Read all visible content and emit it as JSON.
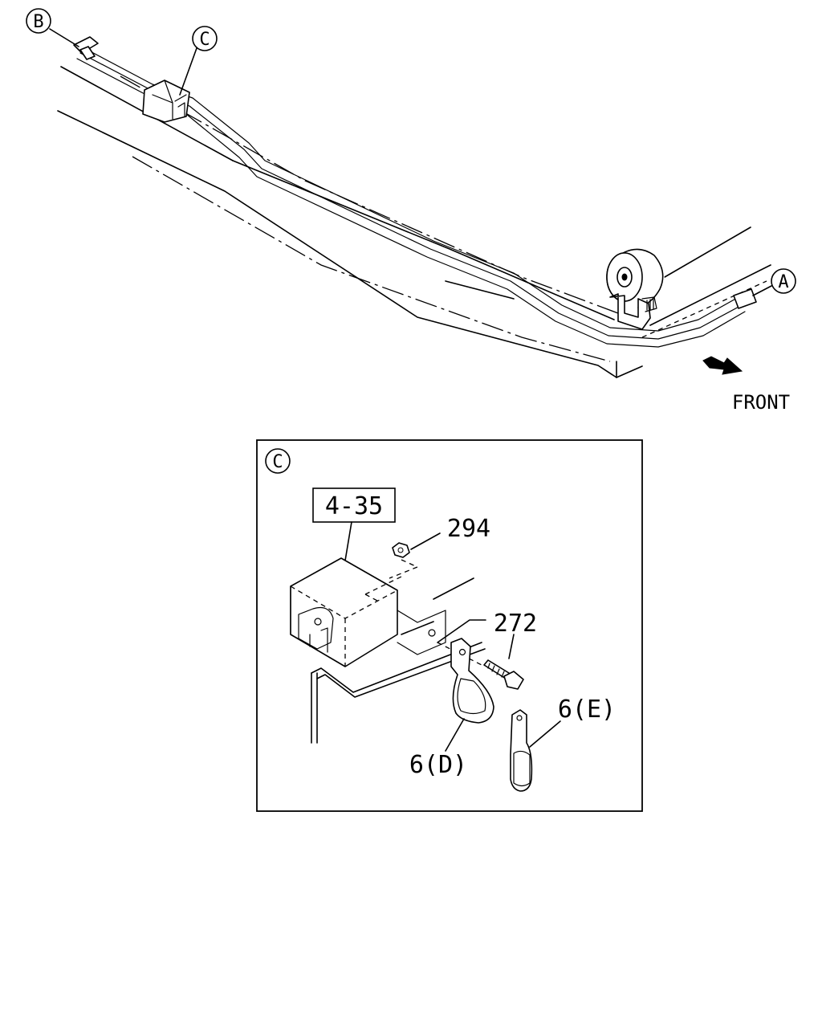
{
  "callouts": {
    "a": "A",
    "b": "B",
    "c_top": "C",
    "c_detail": "C"
  },
  "direction": {
    "label": "FRONT"
  },
  "detail": {
    "reference_label": "4-35",
    "parts": {
      "nut": "294",
      "bolt": "272",
      "clip_d": "6(D)",
      "clip_e": "6(E)"
    }
  },
  "colors": {
    "line": "#000000",
    "background": "#ffffff"
  }
}
